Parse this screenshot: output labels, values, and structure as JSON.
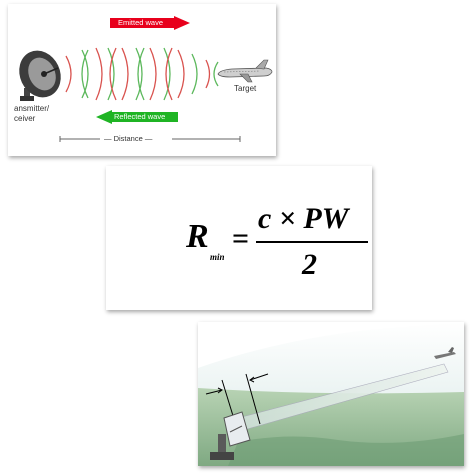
{
  "diagram": {
    "emitted_label": "Emitted wave",
    "reflected_label": "Reflected wave",
    "target_label": "Target",
    "transmitter_line1": "ansmitter/",
    "transmitter_line2": "ceiver",
    "distance_label": "— Distance —"
  },
  "formula": {
    "lhs_symbol": "R",
    "lhs_subscript": "min",
    "equals": "=",
    "numerator": "c × PW",
    "denominator": "2"
  },
  "colors": {
    "emitted": "#e8001c",
    "reflected": "#1fb424",
    "wave_red": "#d9534f",
    "wave_green": "#5cb85c",
    "sky": "#d7e8e6",
    "land": "#9cbf9a"
  },
  "icons": {
    "dish": "radar-dish-icon",
    "plane": "airplane-icon"
  }
}
